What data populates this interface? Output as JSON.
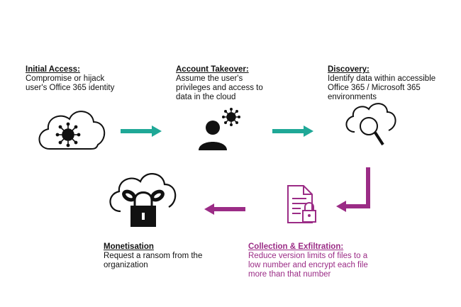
{
  "steps": {
    "initial_access": {
      "title": "Initial Access:",
      "lines": [
        "Compromise or hijack",
        "user's Office 365 identity"
      ]
    },
    "account_takeover": {
      "title": "Account Takeover:",
      "lines": [
        "Assume the user's",
        "privileges and access to",
        "data in the cloud"
      ]
    },
    "discovery": {
      "title": "Discovery:",
      "lines": [
        "Identify data within accessible",
        "Office 365 / Microsoft 365",
        "environments"
      ]
    },
    "collection": {
      "title": "Collection & Exfiltration:",
      "lines": [
        "Reduce version limits of files to a",
        "low number and encrypt each file",
        "more than that number"
      ]
    },
    "monetisation": {
      "title": "Monetisation",
      "lines": [
        "Request a ransom from the",
        "organization"
      ]
    }
  },
  "colors": {
    "teal": "#1fa897",
    "pink": "#9b2c86",
    "icon": "#111111"
  },
  "icons": [
    "cloud-virus-icon",
    "user-virus-icon",
    "cloud-search-icon",
    "document-lock-icon",
    "cloud-padlock-icon"
  ]
}
